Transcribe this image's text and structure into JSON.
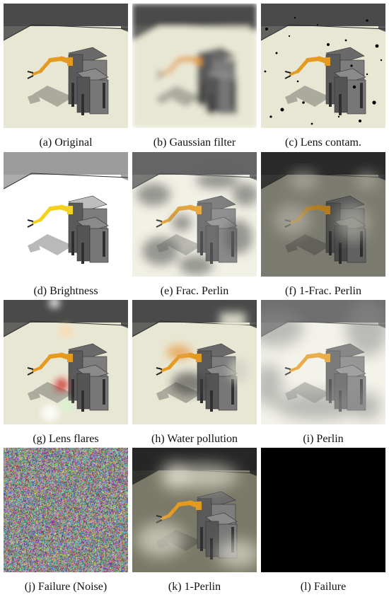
{
  "panels": [
    {
      "caption": "(a) Original",
      "effect": "original"
    },
    {
      "caption": "(b) Gaussian filter",
      "effect": "blur"
    },
    {
      "caption": "(c) Lens contam.",
      "effect": "contam"
    },
    {
      "caption": "(d) Brightness",
      "effect": "bright"
    },
    {
      "caption": "(e) Frac. Perlin",
      "effect": "fracperlin"
    },
    {
      "caption": "(f) 1-Frac. Perlin",
      "effect": "invfracperlin"
    },
    {
      "caption": "(g) Lens flares",
      "effect": "flares"
    },
    {
      "caption": "(h) Water pollution",
      "effect": "water"
    },
    {
      "caption": "(i) Perlin",
      "effect": "perlin"
    },
    {
      "caption": "(j) Failure (Noise)",
      "effect": "noise"
    },
    {
      "caption": "(k) 1-Perlin",
      "effect": "invperlin"
    },
    {
      "caption": "(l) Failure",
      "effect": "black"
    }
  ],
  "colors": {
    "floor": "#e8e7d4",
    "wall": "#4a4a4a",
    "robot_arm": "#e39a1e",
    "table": "#6a6a6a",
    "caption_text": "#111111",
    "failure_black": "#000000"
  }
}
